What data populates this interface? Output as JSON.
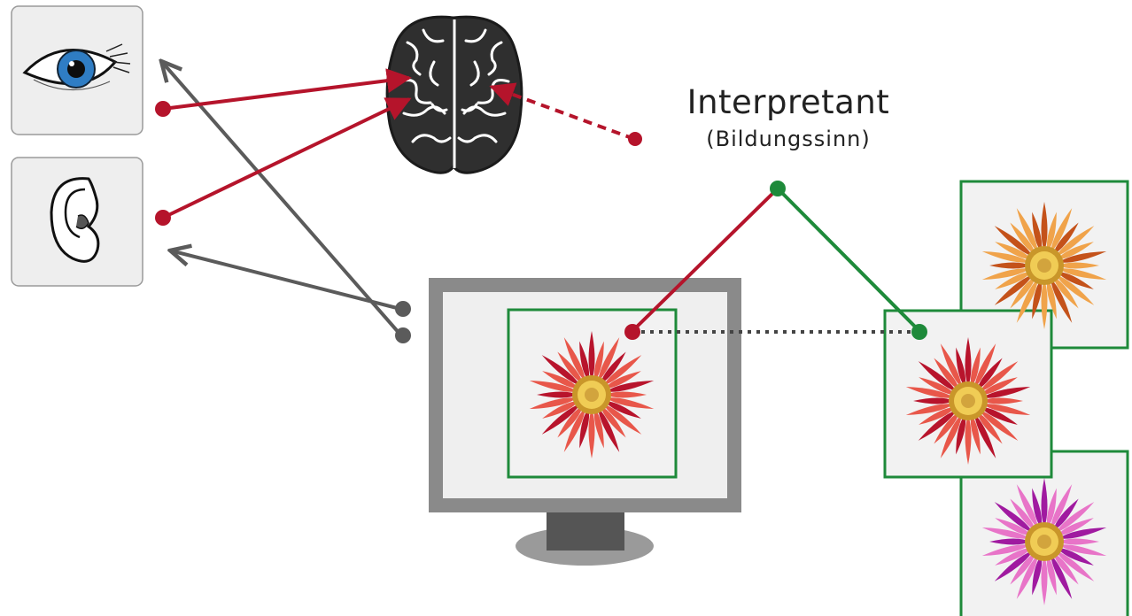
{
  "interpretant": {
    "title": "Interpretant",
    "subtitle": "(Bildungssinn)"
  },
  "colors": {
    "red": "#b5142b",
    "green": "#1e8a3a",
    "gray": "#5b5b5b",
    "panel_bg": "#eeeeee",
    "panel_border": "#999999",
    "monitor_frame": "#8a8a8a"
  },
  "icons": {
    "eye": "eye-icon",
    "ear": "ear-icon",
    "brain": "brain-icon",
    "monitor": "monitor-icon",
    "flower": "flower-icon"
  },
  "flowers": [
    {
      "name": "screen-flower",
      "petal": "#e8574a",
      "petal_dark": "#b8142c"
    },
    {
      "name": "compare-flower-red",
      "petal": "#e8574a",
      "petal_dark": "#b8142c"
    },
    {
      "name": "compare-flower-orange",
      "petal": "#f0a34a",
      "petal_dark": "#c4521a"
    },
    {
      "name": "compare-flower-pink",
      "petal": "#e874c8",
      "petal_dark": "#a01aa0"
    }
  ]
}
